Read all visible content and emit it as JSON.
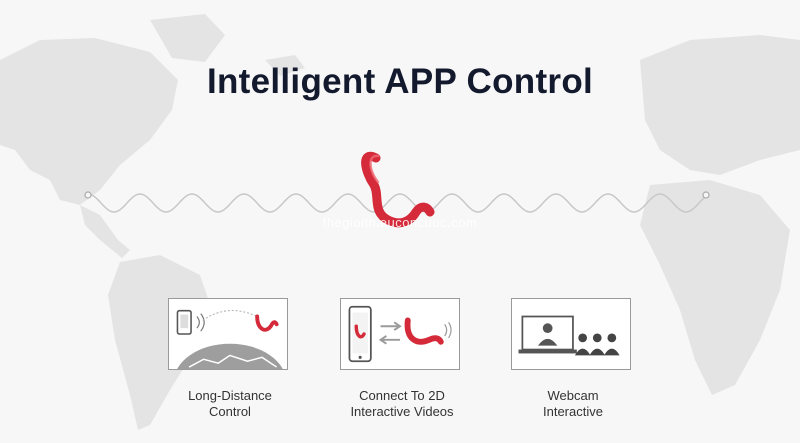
{
  "page": {
    "title": "Intelligent APP Control"
  },
  "watermark": "thegioithieuconcuoc.com",
  "features": [
    {
      "line1": "Long-Distance",
      "line2": "Control",
      "icon": "phone-to-device-over-globe-icon"
    },
    {
      "line1": "Connect To 2D",
      "line2": "Interactive Videos",
      "icon": "phone-device-sync-icon"
    },
    {
      "line1": "Webcam",
      "line2": "Interactive",
      "icon": "webcam-audience-icon"
    }
  ],
  "colors": {
    "accent": "#d42a3a",
    "title": "#141a2e",
    "map": "#e3e3e3",
    "wave": "#c8c8c8"
  }
}
